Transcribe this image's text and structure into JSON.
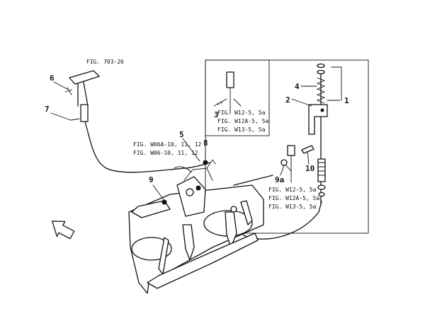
{
  "figure_refs": {
    "top_left": "FIG. 703-26",
    "left_1": "FIG. W06A-10, 11, 12",
    "left_2": "FIG. W06-10, 11, 12",
    "box1_1": "FIG. W12-5, 5a",
    "box1_2": "FIG. W12A-5, 5a",
    "box1_3": "FIG. W13-5, 5a",
    "box2_1": "FIG. W12-5, 5a",
    "box2_2": "FIG. W12A-5, 5a",
    "box2_3": "FIG. W13-5, 5a"
  },
  "callouts": {
    "c1": "1",
    "c2": "2",
    "c3": "3",
    "c4": "4",
    "c5": "5",
    "c6": "6",
    "c7": "7",
    "c8": "8",
    "c9": "9",
    "c9a": "9a",
    "c10": "10"
  },
  "arrow_icon": "front-direction-arrow-icon"
}
